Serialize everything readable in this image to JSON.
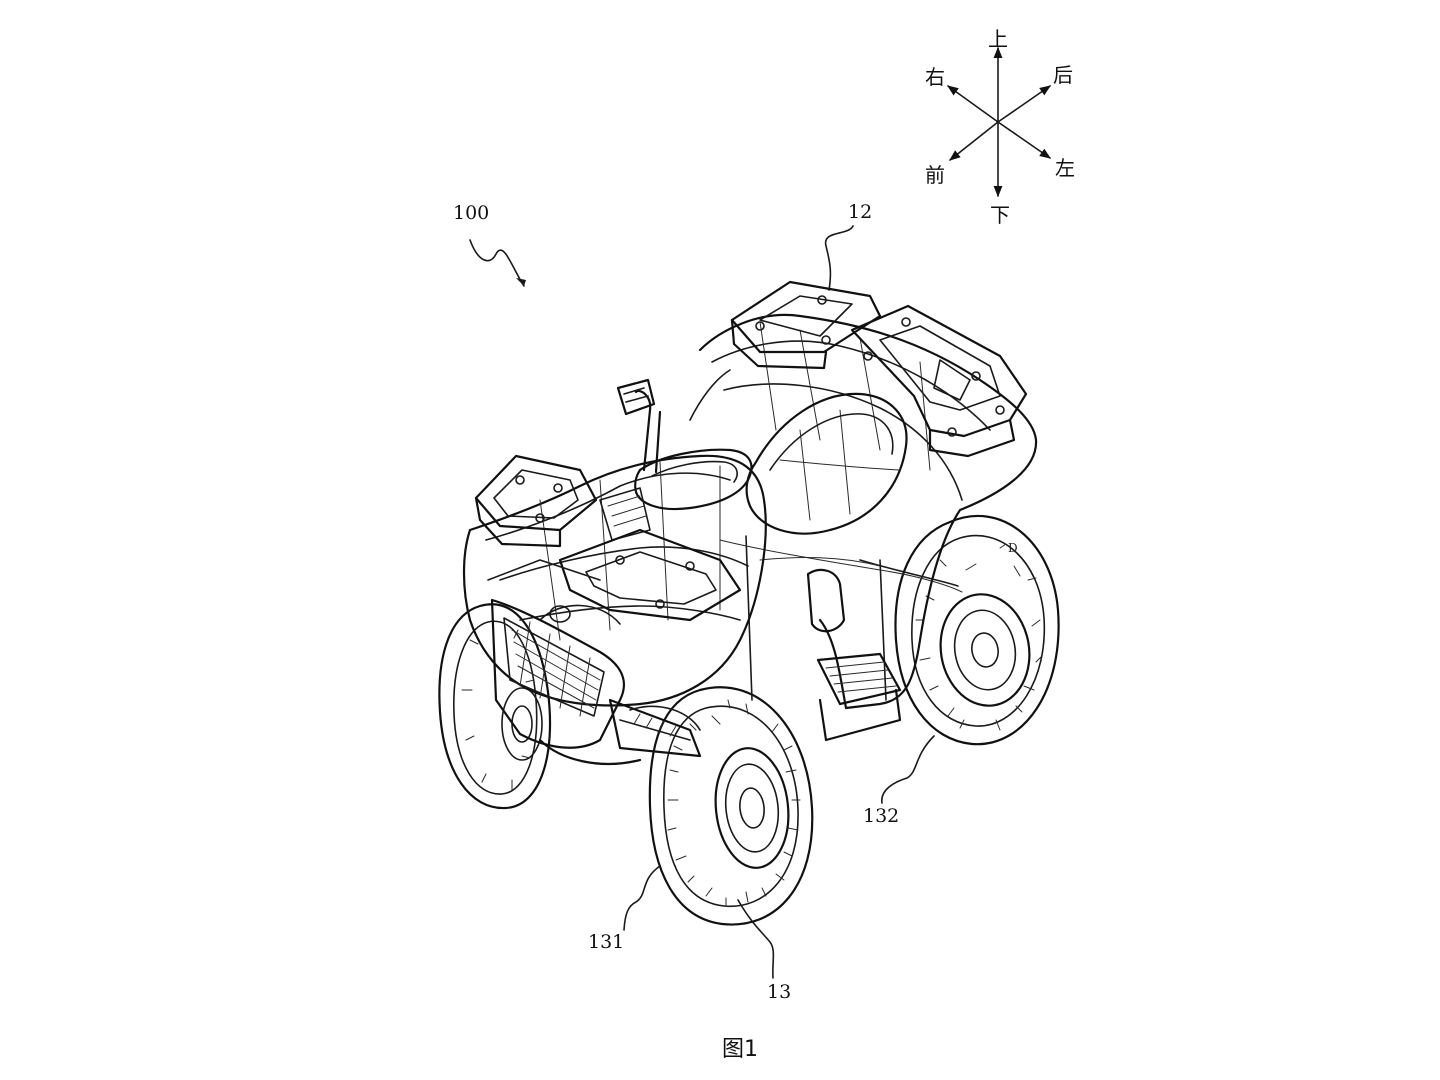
{
  "figure": {
    "caption": "图1"
  },
  "compass": {
    "up": "上",
    "down": "下",
    "left": "左",
    "right": "右",
    "front": "前",
    "rear": "后"
  },
  "reference_numerals": {
    "vehicle": "100",
    "rear_rack": "12",
    "wheel": "13",
    "front_wheel": "131",
    "rear_wheel": "132"
  }
}
